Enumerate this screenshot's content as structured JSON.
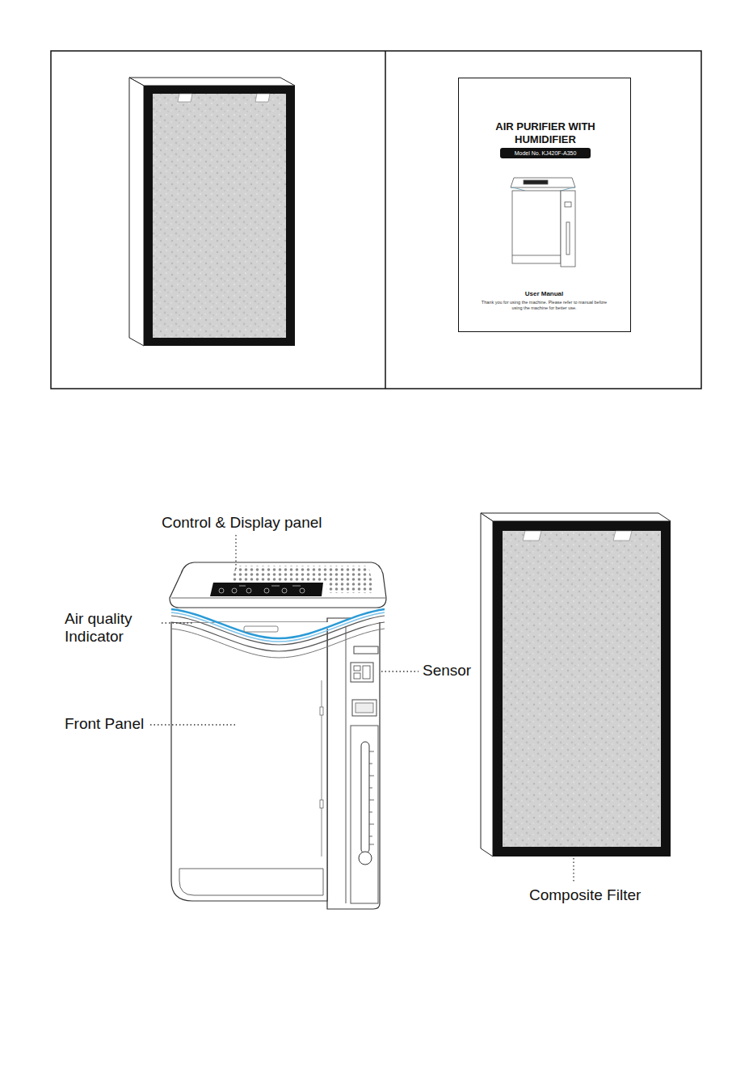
{
  "diagram": {
    "nodes": [
      {
        "text": [
          "AIR PURIFIER WITH HUMIDIFIER",
          "User Manual",
          "Thank you for using the machine. Please refer to manual before using the machine for better use."
        ]
      },
      {
        "text": [
          "Model No. KJ420F-A350"
        ],
        "in": 0
      }
    ],
    "labels": [
      "Control & Display panel",
      "Air quality Indicator",
      "Sensor",
      "Front Panel",
      "Composite Filter"
    ]
  }
}
